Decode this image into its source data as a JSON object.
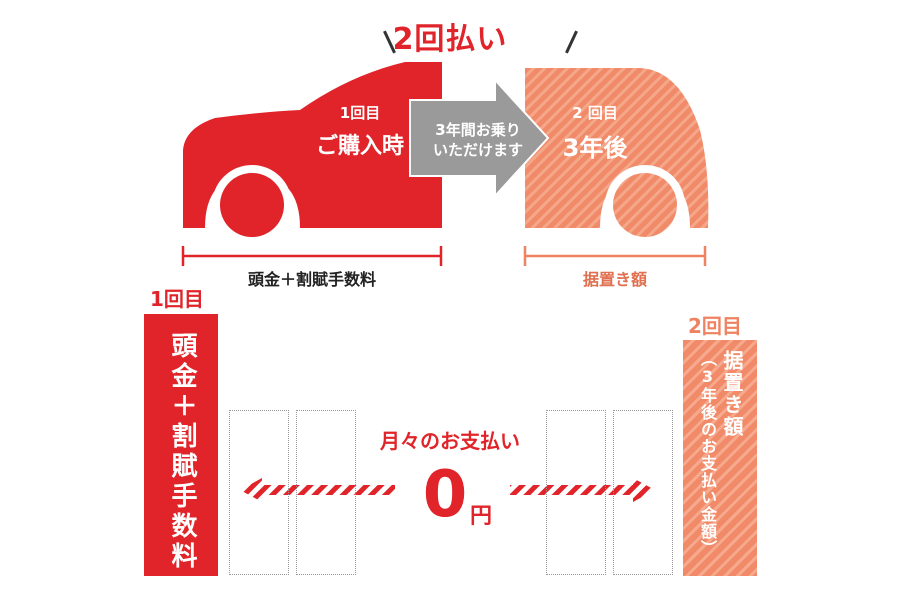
{
  "header": {
    "title": "2回払い"
  },
  "car": {
    "first": {
      "round": "1回目",
      "label": "ご購入時"
    },
    "second": {
      "round": "2 回目",
      "label": "3年後"
    },
    "arrow_text_line1": "3年間お乗り",
    "arrow_text_line2": "いただけます",
    "first_bracket_label": "頭金＋割賦手数料",
    "second_bracket_label": "据置き額"
  },
  "lower": {
    "round1_label": "1回目",
    "round1_bar_text": "頭金＋割賦手数料",
    "round2_label": "2回目",
    "round2_bar_text_main": "据置き額",
    "round2_bar_text_sub": "（3年後のお支払い金額）",
    "monthly_label": "月々のお支払い",
    "monthly_amount": "0",
    "monthly_unit": "円"
  },
  "colors": {
    "primary_red": "#e0242a",
    "salmon": "#ef8260",
    "gray_arrow": "#9a9a9a"
  }
}
